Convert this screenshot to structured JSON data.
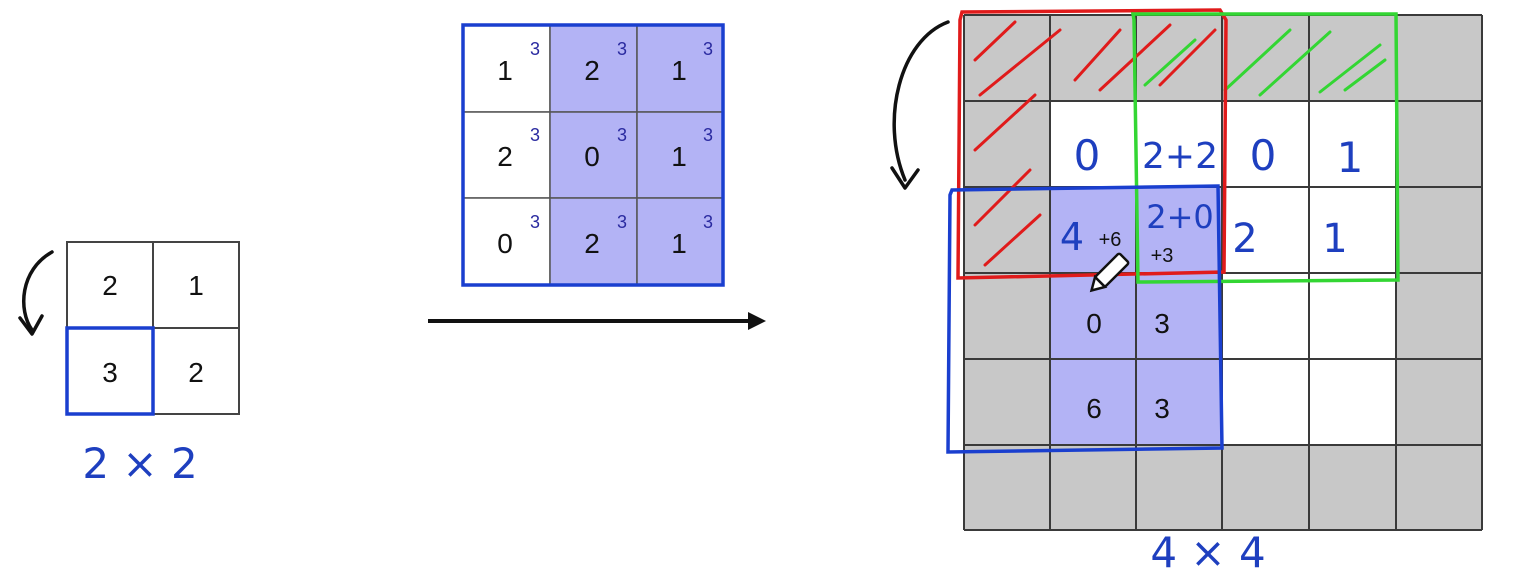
{
  "input": {
    "values": [
      [
        "2",
        "1"
      ],
      [
        "3",
        "2"
      ]
    ],
    "size_label": "2 × 2"
  },
  "kernel": {
    "values": [
      [
        "1",
        "2",
        "1"
      ],
      [
        "2",
        "0",
        "1"
      ],
      [
        "0",
        "2",
        "1"
      ]
    ],
    "superscript": "3"
  },
  "output": {
    "row1": [
      "0",
      "2+2",
      "0",
      "1"
    ],
    "row2": [
      "4",
      "+6",
      "2+0",
      "+3",
      "2",
      "1"
    ],
    "row3": [
      "0",
      "3"
    ],
    "row4": [
      "6",
      "3"
    ],
    "size_label": "4 × 4"
  },
  "colors": {
    "kernel_fill": "#b3b3f5",
    "grid_gray": "#c8c8c8",
    "blue_box": "#1a3fcf",
    "red_box": "#e01b1b",
    "green_box": "#33d633"
  }
}
